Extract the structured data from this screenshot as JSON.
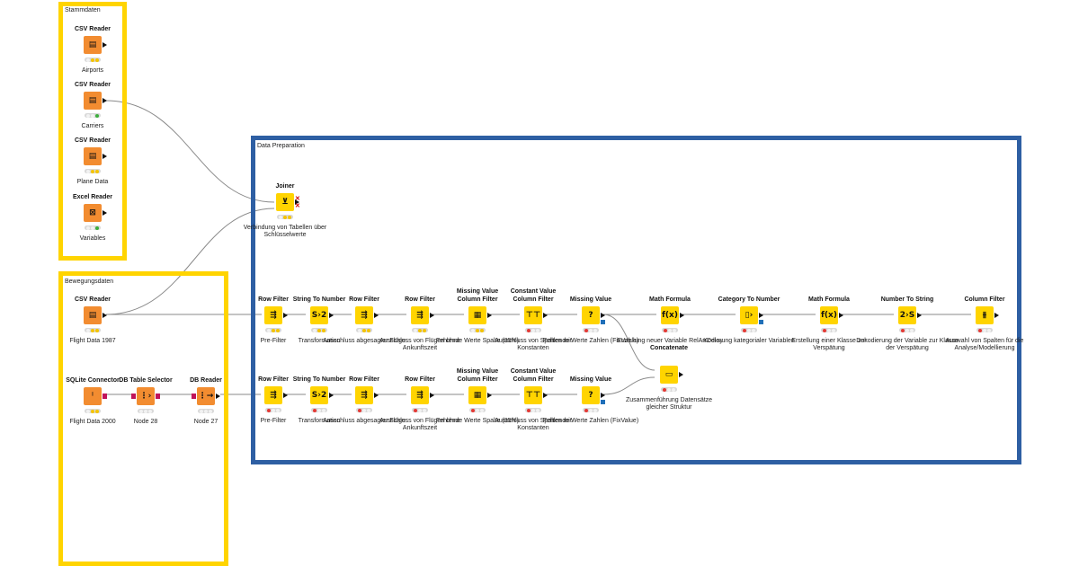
{
  "annotations": {
    "stammdaten": "Stammdaten",
    "bewegungsdaten": "Bewegungsdaten",
    "data_preparation": "Data Preparation"
  },
  "colors": {
    "yellow_frame": "#ffd400",
    "blue_frame": "#2e5fa3",
    "source_node": "#f28c30",
    "manipulator_node": "#ffd400"
  },
  "nodes": [
    {
      "id": "csv_airports",
      "title": "CSV Reader",
      "label": "Airports",
      "icon": "csv-reader-icon",
      "glyph": "▤",
      "kind": "src",
      "status": [
        "off",
        "yellow",
        "yellow"
      ]
    },
    {
      "id": "csv_carriers",
      "title": "CSV Reader",
      "label": "Carriers",
      "icon": "csv-reader-icon",
      "glyph": "▤",
      "kind": "src",
      "status": [
        "off",
        "off",
        "green"
      ]
    },
    {
      "id": "csv_plane",
      "title": "CSV Reader",
      "label": "Plane Data",
      "icon": "csv-reader-icon",
      "glyph": "▤",
      "kind": "src",
      "status": [
        "off",
        "yellow",
        "yellow"
      ]
    },
    {
      "id": "excel_vars",
      "title": "Excel Reader",
      "label": "Variables",
      "icon": "excel-reader-icon",
      "glyph": "⊠",
      "kind": "src",
      "status": [
        "off",
        "off",
        "green"
      ]
    },
    {
      "id": "joiner",
      "title": "Joiner",
      "label": "Verbindung von Tabellen über Schlüsselwerte",
      "icon": "joiner-icon",
      "glyph": "⊻",
      "kind": "man",
      "status": [
        "off",
        "yellow",
        "yellow"
      ]
    },
    {
      "id": "csv_1987",
      "title": "CSV Reader",
      "label": "Flight Data 1987",
      "icon": "csv-reader-icon",
      "glyph": "▤",
      "kind": "src",
      "status": [
        "off",
        "yellow",
        "yellow"
      ]
    },
    {
      "id": "sqlite",
      "title": "SQLite Connector",
      "label": "Flight Data 2000",
      "icon": "sqlite-connector-icon",
      "glyph": "ᛌ",
      "kind": "db",
      "status": [
        "off",
        "yellow",
        "yellow"
      ]
    },
    {
      "id": "db_table",
      "title": "DB Table Selector",
      "label": "Node 28",
      "icon": "db-table-selector-icon",
      "glyph": "⋮›",
      "kind": "db",
      "status": [
        "off",
        "off",
        "off"
      ]
    },
    {
      "id": "db_reader",
      "title": "DB Reader",
      "label": "Node 27",
      "icon": "db-reader-icon",
      "glyph": "⋮→",
      "kind": "db",
      "status": [
        "off",
        "off",
        "off"
      ]
    },
    {
      "id": "r1_rowfilter",
      "title": "Row Filter",
      "label": "Pre-Filter",
      "icon": "row-filter-icon",
      "glyph": "⇶",
      "kind": "man",
      "status": [
        "off",
        "yellow",
        "yellow"
      ]
    },
    {
      "id": "r1_str2num",
      "title": "String To Number",
      "label": "Transformation",
      "icon": "string-to-number-icon",
      "glyph": "S›2",
      "kind": "man",
      "status": [
        "off",
        "yellow",
        "yellow"
      ]
    },
    {
      "id": "r1_rowfilter2",
      "title": "Row Filter",
      "label": "Ausschluss abgesagter Flüge",
      "icon": "row-filter-icon",
      "glyph": "⇶",
      "kind": "man",
      "status": [
        "off",
        "yellow",
        "yellow"
      ]
    },
    {
      "id": "r1_rowfilter3",
      "title": "Row Filter",
      "label": "Ausschluss von Flügen ohne Ankunftszeit",
      "icon": "row-filter-icon",
      "glyph": "⇶",
      "kind": "man",
      "status": [
        "off",
        "yellow",
        "yellow"
      ]
    },
    {
      "id": "r1_mvcf",
      "title": "Missing Value Column Filter",
      "label": "Fehlende Werte Spalte (95%)",
      "icon": "missing-value-column-filter-icon",
      "glyph": "▦",
      "kind": "man",
      "status": [
        "off",
        "yellow",
        "yellow"
      ]
    },
    {
      "id": "r1_cvcf",
      "title": "Constant Value Column Filter",
      "label": "Ausschluss von Spalten mit Konstanten",
      "icon": "constant-value-column-filter-icon",
      "glyph": "⊤⊤",
      "kind": "man",
      "status": [
        "red",
        "off",
        "off"
      ]
    },
    {
      "id": "r1_mv",
      "title": "Missing Value",
      "label": "Fehlende Werte Zahlen (FixValue)",
      "icon": "missing-value-icon",
      "glyph": "?",
      "kind": "man",
      "status": [
        "red",
        "off",
        "off"
      ]
    },
    {
      "id": "r1_math",
      "title": "Math Formula",
      "label": "Erstellung neuer Variable RelArrDelay",
      "icon": "math-formula-icon",
      "glyph": "f(x)",
      "kind": "man",
      "status": [
        "red",
        "off",
        "off"
      ]
    },
    {
      "id": "r1_cat2num",
      "title": "Category To Number",
      "label": "Kodierung kategorialer Variablen",
      "icon": "category-to-number-icon",
      "glyph": "▯›",
      "kind": "man",
      "status": [
        "red",
        "off",
        "off"
      ]
    },
    {
      "id": "r1_math2",
      "title": "Math Formula",
      "label": "Erstellung einer Klasse zur Verspätung",
      "icon": "math-formula-icon",
      "glyph": "f(x)",
      "kind": "man",
      "status": [
        "red",
        "off",
        "off"
      ]
    },
    {
      "id": "r1_num2str",
      "title": "Number To String",
      "label": "Dekodierung der Variable zur Klasse der Verspätung",
      "icon": "number-to-string-icon",
      "glyph": "2›S",
      "kind": "man",
      "status": [
        "red",
        "off",
        "off"
      ]
    },
    {
      "id": "r1_colfilter",
      "title": "Column Filter",
      "label": "Auswahl von Spalten für die Analyse/Modellierung",
      "icon": "column-filter-icon",
      "glyph": "⫵",
      "kind": "man",
      "status": [
        "red",
        "off",
        "off"
      ]
    },
    {
      "id": "concat",
      "title": "Concatenate",
      "label": "Zusammenführung Datensätze gleicher Struktur",
      "icon": "concatenate-icon",
      "glyph": "▭",
      "kind": "man",
      "status": [
        "red",
        "off",
        "off"
      ]
    },
    {
      "id": "r2_rowfilter",
      "title": "Row Filter",
      "label": "Pre-Filter",
      "icon": "row-filter-icon",
      "glyph": "⇶",
      "kind": "man",
      "status": [
        "red",
        "off",
        "off"
      ]
    },
    {
      "id": "r2_str2num",
      "title": "String To Number",
      "label": "Transformation",
      "icon": "string-to-number-icon",
      "glyph": "S›2",
      "kind": "man",
      "status": [
        "red",
        "off",
        "off"
      ]
    },
    {
      "id": "r2_rowfilter2",
      "title": "Row Filter",
      "label": "Ausschluss abgesagter Flüge",
      "icon": "row-filter-icon",
      "glyph": "⇶",
      "kind": "man",
      "status": [
        "red",
        "off",
        "off"
      ]
    },
    {
      "id": "r2_rowfilter3",
      "title": "Row Filter",
      "label": "Ausschluss von Flügen ohne Ankunftszeit",
      "icon": "row-filter-icon",
      "glyph": "⇶",
      "kind": "man",
      "status": [
        "red",
        "off",
        "off"
      ]
    },
    {
      "id": "r2_mvcf",
      "title": "Missing Value Column Filter",
      "label": "Fehlende Werte Spalte (95%)",
      "icon": "missing-value-column-filter-icon",
      "glyph": "▦",
      "kind": "man",
      "status": [
        "red",
        "off",
        "off"
      ]
    },
    {
      "id": "r2_cvcf",
      "title": "Constant Value Column Filter",
      "label": "Ausschluss von Spalten mit Konstanten",
      "icon": "constant-value-column-filter-icon",
      "glyph": "⊤⊤",
      "kind": "man",
      "status": [
        "red",
        "off",
        "off"
      ]
    },
    {
      "id": "r2_mv",
      "title": "Missing Value",
      "label": "Fehlende Werte Zahlen (FixValue)",
      "icon": "missing-value-icon",
      "glyph": "?",
      "kind": "man",
      "status": [
        "red",
        "off",
        "off"
      ]
    }
  ]
}
